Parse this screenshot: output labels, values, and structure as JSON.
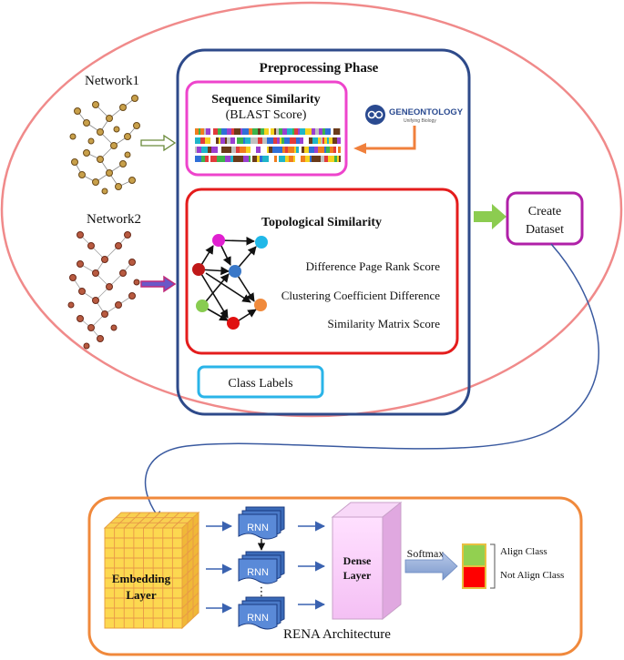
{
  "networks": {
    "network1_label": "Network1",
    "network2_label": "Network2"
  },
  "preprocessing": {
    "title": "Preprocessing Phase",
    "sequence": {
      "title": "Sequence Similarity",
      "subtitle": "(BLAST Score)"
    },
    "gene_ontology": {
      "logo_text": "GENEONTOLOGY",
      "tagline": "Unifying Biology"
    },
    "topological": {
      "title": "Topological Similarity",
      "scores": [
        "Difference Page Rank Score",
        "Clustering Coefficient Difference",
        "Similarity Matrix Score"
      ]
    },
    "class_labels": "Class Labels"
  },
  "create_dataset": {
    "line1": "Create",
    "line2": "Dataset"
  },
  "rena": {
    "title": "RENA Architecture",
    "embedding": {
      "line1": "Embedding",
      "line2": "Layer"
    },
    "rnn_label": "RNN",
    "ellipsis": "⋮",
    "dense": {
      "line1": "Dense",
      "line2": "Layer"
    },
    "softmax": "Softmax",
    "classes": [
      {
        "label": "Align Class",
        "color": "#92d050"
      },
      {
        "label": "Not Align Class",
        "color": "#ff0000"
      }
    ]
  },
  "colors": {
    "outer_ellipse": "#f08a8a",
    "preprocessing_border": "#2e4a8a",
    "sequence_border": "#ee44cc",
    "topological_border": "#e41c1c",
    "class_labels_border": "#2ab4e8",
    "create_dataset_border": "#b020a8",
    "rena_border": "#f0893c",
    "arrow_blue": "#4a7ac8",
    "arrow_green": "#8ccc50",
    "arrow_orange": "#f0803c"
  }
}
